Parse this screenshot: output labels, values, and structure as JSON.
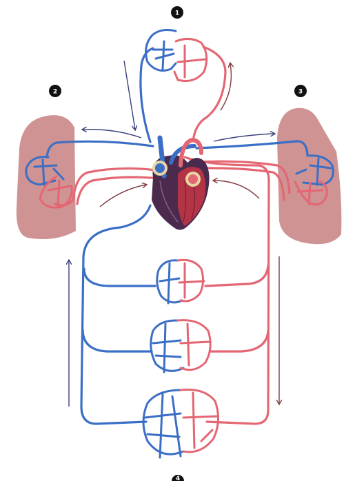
{
  "markers": [
    {
      "id": "m1",
      "label": "1"
    },
    {
      "id": "m2",
      "label": "2"
    },
    {
      "id": "m3",
      "label": "3"
    },
    {
      "id": "m4",
      "label": "4"
    }
  ],
  "colors": {
    "deoxygenated": "#3b6fc6",
    "oxygenated": "#e46672",
    "lung_tissue": "#cf9393",
    "arrow_blue": "#3a3f7e",
    "arrow_red": "#7f3b3f",
    "heart_dark": "#4a2a4d",
    "heart_red": "#b23446",
    "valve": "#e6d6a6",
    "marker_bg": "#111111",
    "marker_text": "#ffffff"
  }
}
